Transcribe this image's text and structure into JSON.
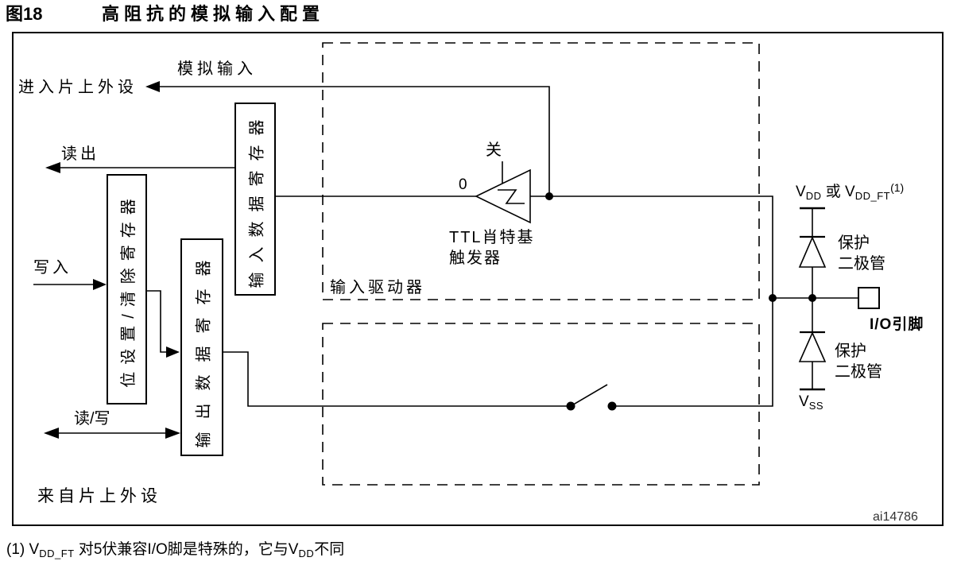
{
  "figure": {
    "label": "图18",
    "title": "高阻抗的模拟输入配置",
    "watermark": "ai14786"
  },
  "labels": {
    "to_peripheral": "进入片上外设",
    "analog_input": "模拟输入",
    "read_out": "读出",
    "write": "写入",
    "read_write": "读/写",
    "from_peripheral": "来自片上外设",
    "input_driver": "输入驱动器",
    "schmitt_line1": "TTL肖特基",
    "schmitt_line2": "触发器",
    "schmitt_off": "关",
    "schmitt_zero": "0",
    "io_pin": "I/O引脚",
    "protection_line1": "保护",
    "protection_line2": "二极管"
  },
  "registers": {
    "input_data": "输入数据寄存器",
    "bit_set_reset": "位设置/清除寄存器",
    "output_data": "输出数据寄存器"
  },
  "power": {
    "v": "V",
    "vdd_sub": "DD",
    "or": " 或 ",
    "vddft_sub": "DD_FT",
    "vdd_sup": "(1)",
    "vss_sub": "SS"
  },
  "footnote": {
    "prefix": "(1) ",
    "v1": "V",
    "v1_sub": "DD_FT",
    "mid": " 对5伏兼容I/O脚是特殊的，它与",
    "v2": "V",
    "v2_sub": "DD",
    "tail": "不同"
  },
  "colors": {
    "line": "#000000",
    "background": "#ffffff",
    "watermark": "#333333"
  }
}
